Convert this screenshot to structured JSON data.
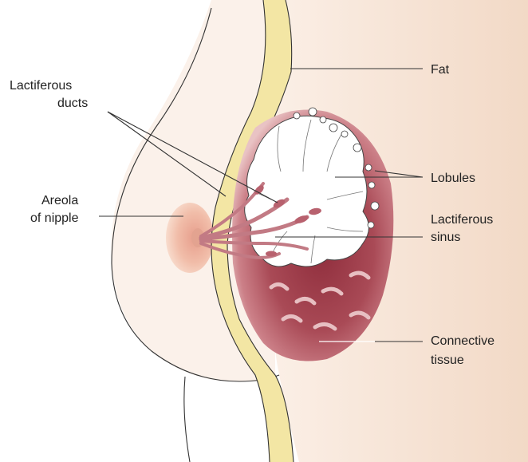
{
  "labels": {
    "fat": "Fat",
    "lactiferous_ducts_line1": "Lactiferous",
    "lactiferous_ducts_line2": "ducts",
    "lobules": "Lobules",
    "areola_line1": "Areola",
    "areola_line2": "of nipple",
    "lactiferous_sinus_line1": "Lactiferous",
    "lactiferous_sinus_line2": "sinus",
    "connective_line1": "Connective",
    "connective_line2": "tissue"
  },
  "colors": {
    "skin": "#f6e4d6",
    "fat_layer": "#f3e7a6",
    "gland_dark": "#9c3a48",
    "gland_mid": "#c4707a",
    "gland_light": "#e8bcc0",
    "lobule_fill": "#ffffff",
    "areola": "#f0b8a4",
    "outline": "#333333"
  }
}
